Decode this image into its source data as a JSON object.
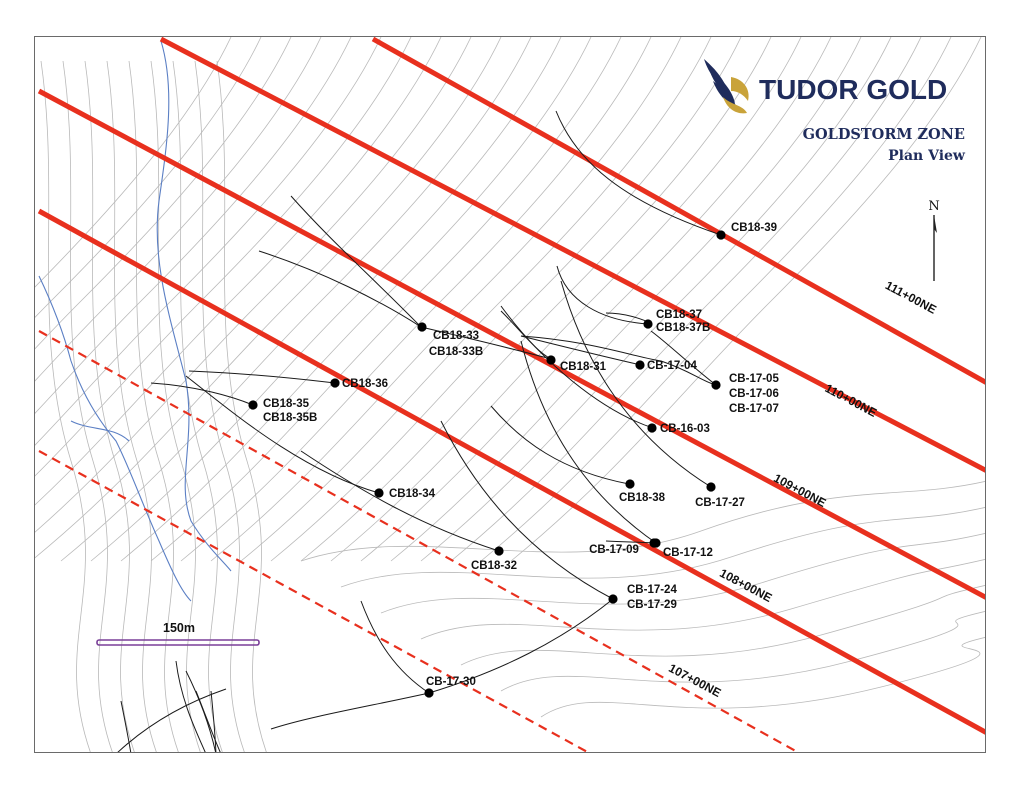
{
  "header": {
    "brand_name": "TUDOR GOLD",
    "zone_title": "GOLDSTORM ZONE",
    "zone_subtitle": "Plan View"
  },
  "colors": {
    "brand_navy": "#1f2c5c",
    "brand_gold": "#c9a33a",
    "section_line": "#e8301e",
    "drill_trace": "#1a1a1a",
    "topo_contour": "#b9b9b9",
    "creek": "#5b7fc4",
    "scale_bar": "#7a3f98"
  },
  "north_arrow": {
    "label": "N"
  },
  "scale_bar": {
    "label": "150m"
  },
  "section_lines": [
    {
      "label": "111+00NE",
      "style": "solid"
    },
    {
      "label": "110+00NE",
      "style": "solid"
    },
    {
      "label": "109+00NE",
      "style": "solid"
    },
    {
      "label": "108+00NE",
      "style": "solid"
    },
    {
      "label": "107+00NE",
      "style": "dashed"
    }
  ],
  "drill_holes": [
    {
      "labels": [
        "CB18-39"
      ]
    },
    {
      "labels": [
        "CB18-37",
        "CB18-37B"
      ]
    },
    {
      "labels": [
        "CB18-33",
        "CB18-33B"
      ]
    },
    {
      "labels": [
        "CB18-31"
      ]
    },
    {
      "labels": [
        "CB-17-04"
      ]
    },
    {
      "labels": [
        "CB-17-05",
        "CB-17-06",
        "CB-17-07"
      ]
    },
    {
      "labels": [
        "CB18-36"
      ]
    },
    {
      "labels": [
        "CB18-35",
        "CB18-35B"
      ]
    },
    {
      "labels": [
        "CB-16-03"
      ]
    },
    {
      "labels": [
        "CB18-38"
      ]
    },
    {
      "labels": [
        "CB-17-27"
      ]
    },
    {
      "labels": [
        "CB18-34"
      ]
    },
    {
      "labels": [
        "CB-17-09"
      ]
    },
    {
      "labels": [
        "CB-17-12"
      ]
    },
    {
      "labels": [
        "CB18-32"
      ]
    },
    {
      "labels": [
        "CB-17-24",
        "CB-17-29"
      ]
    },
    {
      "labels": [
        "CB-17-30"
      ]
    }
  ]
}
